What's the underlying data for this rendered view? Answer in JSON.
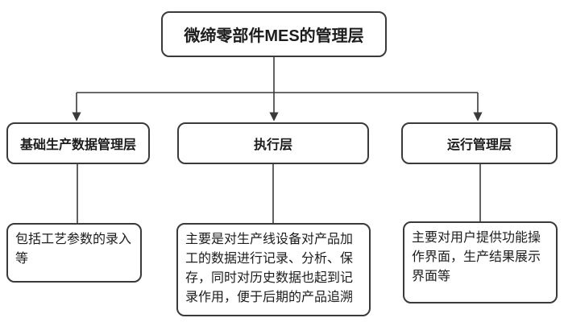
{
  "diagram": {
    "title": "微缔零部件MES的管理层",
    "root": {
      "label": "微缔零部件MES的管理层"
    },
    "branches": [
      {
        "id": "basic-production-data-management-layer",
        "title": "基础生产数据管理层",
        "description": "包括工艺参数的录入等"
      },
      {
        "id": "execution-layer",
        "title": "执行层",
        "description": "主要是对生产线设备对产品加工的数据进行记录、分析、保存，同时对历史数据也起到记录作用，便于后期的产品追溯"
      },
      {
        "id": "operation-management-layer",
        "title": "运行管理层",
        "description": "主要对用户提供功能操作界面，生产结果展示界面等"
      }
    ],
    "colors": {
      "background": "#ffffff",
      "box_border": "#3a3a3a",
      "connector_line": "#3a3a3a",
      "text": "#1c1c1c"
    }
  }
}
